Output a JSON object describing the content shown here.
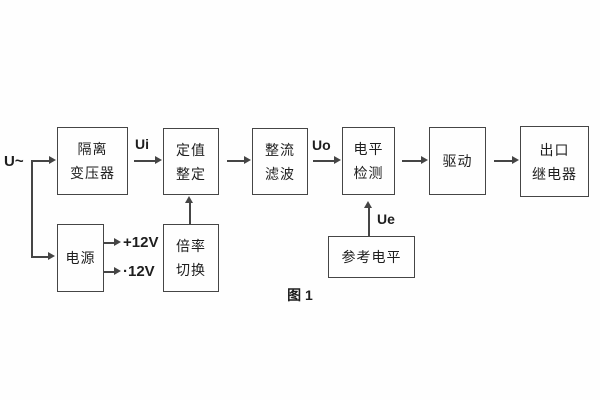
{
  "figure": {
    "caption": "图 1",
    "background": "#fefefe",
    "line_color": "#454545",
    "text_color": "#1e1e1e"
  },
  "labels": {
    "input_voltage": "U~",
    "ui": "Ui",
    "uo": "Uo",
    "ue": "Ue",
    "plus_12v": "+12V",
    "minus_12v": "·12V"
  },
  "blocks": {
    "isolation_transformer": {
      "line1": "隔离",
      "line2": "变压器"
    },
    "setting_adjustment": {
      "line1": "定值",
      "line2": "整定"
    },
    "rectifier_filter": {
      "line1": "整流",
      "line2": "滤波"
    },
    "level_detection": {
      "line1": "电平",
      "line2": "检测"
    },
    "driver": {
      "line1": "驱动"
    },
    "output_relay": {
      "line1": "出口",
      "line2": "继电器"
    },
    "power_supply": {
      "line1": "电源"
    },
    "ratio_switch": {
      "line1": "倍率",
      "line2": "切换"
    },
    "reference_level": {
      "line1": "参考电平"
    }
  }
}
